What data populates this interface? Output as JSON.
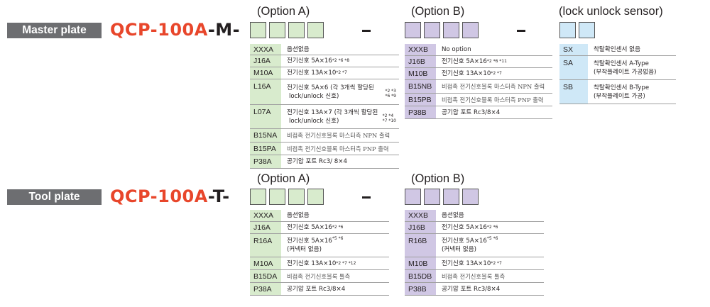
{
  "master": {
    "label": "Master plate",
    "model_code": "QCP-100A",
    "model_suffix": "-M-",
    "option_a_title": "(Option A)",
    "option_b_title": "(Option B)",
    "sensor_title": "(lock unlock sensor)",
    "option_a": [
      {
        "code": "XXXA",
        "desc": "옵션없음",
        "sup": ""
      },
      {
        "code": "J16A",
        "desc": "전기신호 5A×16",
        "sup": "*2 *6 *8"
      },
      {
        "code": "M10A",
        "desc": "전기신호 13A×10",
        "sup": "*2 *7"
      },
      {
        "code": "L16A",
        "desc": "전기신호 5A×6 (각 3개씩 할당된",
        "desc2": "lock/unlock 신호)",
        "sup2a": "*2 *3",
        "sup2b": "*6 *9"
      },
      {
        "code": "L07A",
        "desc": "전기신호 13A×7 (각 3개씩 할당된",
        "desc2": "lock/unlock 신호)",
        "sup2a": "*2 *4",
        "sup2b": "*7 *10"
      },
      {
        "code": "B15NA",
        "desc": "비접촉 전기신호블록 마스터측 NPN 출력",
        "sup": ""
      },
      {
        "code": "B15PA",
        "desc": "비접촉 전기신호블록 마스터측 PNP 출력",
        "sup": ""
      },
      {
        "code": "P38A",
        "desc": "공기압 포트 Rc3/ 8×4",
        "sup": ""
      }
    ],
    "option_b": [
      {
        "code": "XXXB",
        "desc": "No option",
        "sup": ""
      },
      {
        "code": "J16B",
        "desc": "전기신호 5A×16",
        "sup": "*2 *6 *11"
      },
      {
        "code": "M10B",
        "desc": "전기신호 13A×10",
        "sup": "*2 *7"
      },
      {
        "code": "B15NB",
        "desc": "비접촉 전기신호블록 마스터측 NPN 출력",
        "sup": ""
      },
      {
        "code": "B15PB",
        "desc": "비접촉 전기신호블록 마스터측 PNP 출력",
        "sup": ""
      },
      {
        "code": "P38B",
        "desc": "공기압 포트 Rc3/8×4",
        "sup": ""
      }
    ],
    "sensor": [
      {
        "code": "SX",
        "desc": "착탈확인센서 없음"
      },
      {
        "code": "SA",
        "desc": "착탈확인센서 A-Type",
        "desc2": "(부착플레이트 가공없음)"
      },
      {
        "code": "SB",
        "desc": "착탈확인센서 B-Type",
        "desc2": "(부착플레이트 가공)"
      }
    ]
  },
  "tool": {
    "label": "Tool plate",
    "model_code": "QCP-100A",
    "model_suffix": "-T-",
    "option_a_title": "(Option A)",
    "option_b_title": "(Option B)",
    "option_a": [
      {
        "code": "XXXA",
        "desc": "옵션없음",
        "sup": ""
      },
      {
        "code": "J16A",
        "desc": "전기신호 5A×16",
        "sup": "*2 *6"
      },
      {
        "code": "R16A",
        "desc": "전기신호 5A×16",
        "sup": "*5 *6",
        "desc2": "(커넥터 없음)"
      },
      {
        "code": "M10A",
        "desc": "전기신호 13A×10",
        "sup": "*2 *7 *12"
      },
      {
        "code": "B15DA",
        "desc": "비접촉 전기신호블록 툴측",
        "sup": ""
      },
      {
        "code": "P38A",
        "desc": "공기압 포트 Rc3/8×4",
        "sup": ""
      }
    ],
    "option_b": [
      {
        "code": "XXXB",
        "desc": "옵션없음",
        "sup": ""
      },
      {
        "code": "J16B",
        "desc": "전기신호 5A×16",
        "sup": "*2 *6"
      },
      {
        "code": "R16B",
        "desc": "전기신호 5A×16",
        "sup": "*5 *6",
        "desc2": "(커넥터 없음)"
      },
      {
        "code": "M10B",
        "desc": "전기신호 13A×10",
        "sup": "*2 *7"
      },
      {
        "code": "B15DB",
        "desc": "비접촉 전기신호블록 툴측",
        "sup": ""
      },
      {
        "code": "P38B",
        "desc": "공기압 포트 Rc3/8×4",
        "sup": ""
      }
    ]
  },
  "colors": {
    "accent_red": "#e8462b",
    "label_gray": "#6d6e71",
    "option_a_green": "#d8ebcd",
    "option_b_purple": "#d0c7e4",
    "sensor_blue": "#cfe8f7"
  }
}
